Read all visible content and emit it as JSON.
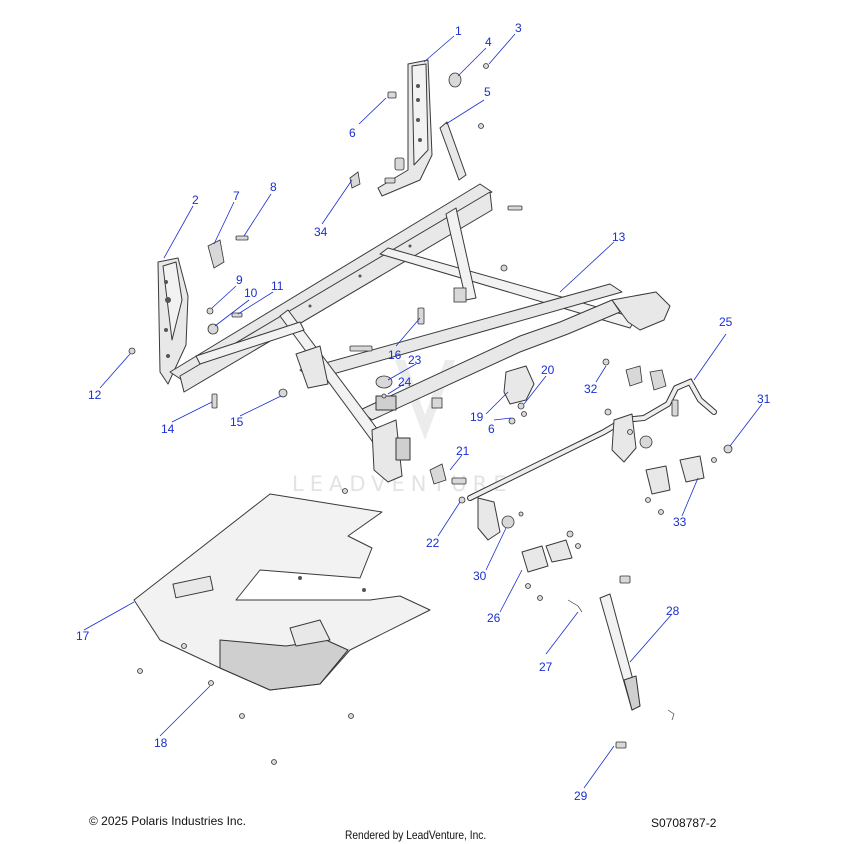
{
  "diagram": {
    "callouts": [
      "1",
      "2",
      "3",
      "4",
      "5",
      "6",
      "6",
      "7",
      "8",
      "9",
      "10",
      "11",
      "12",
      "13",
      "14",
      "15",
      "16",
      "17",
      "18",
      "19",
      "20",
      "21",
      "22",
      "23",
      "24",
      "25",
      "26",
      "27",
      "28",
      "29",
      "30",
      "31",
      "32",
      "33",
      "34"
    ],
    "callout_color": "#1a2fd0",
    "watermark": "LEADVENTURE"
  },
  "footer": {
    "copyright": "© 2025 Polaris Industries Inc.",
    "rendered_by": "Rendered by LeadVenture, Inc.",
    "diagram_id": "S0708787-2"
  }
}
